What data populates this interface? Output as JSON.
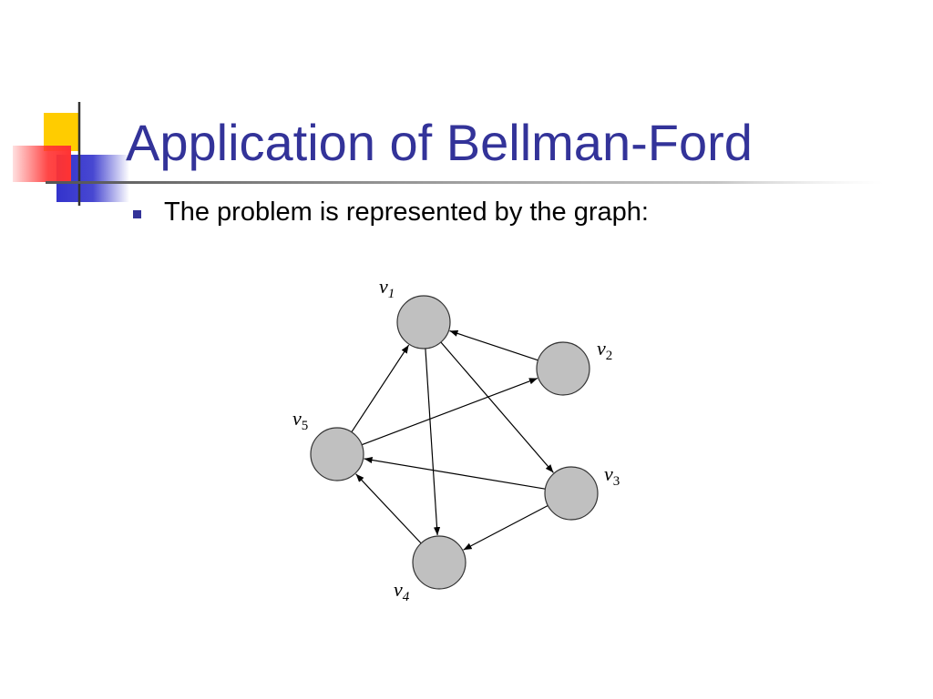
{
  "slide": {
    "title": "Application of Bellman-Ford",
    "bullet": "The problem is represented by the graph:"
  },
  "colors": {
    "title": "#333399",
    "bullet_mark": "#333399",
    "deco_yellow": "#FFCC00",
    "deco_blue": "#3333CC",
    "deco_red": "#FF3333",
    "node_fill": "#C0C0C0",
    "node_stroke": "#333333"
  },
  "graph": {
    "nodes": [
      {
        "id": "v1",
        "label": "v",
        "sub": "1",
        "sub_italic": true
      },
      {
        "id": "v2",
        "label": "v",
        "sub": "2",
        "sub_italic": false
      },
      {
        "id": "v3",
        "label": "v",
        "sub": "3",
        "sub_italic": false
      },
      {
        "id": "v4",
        "label": "v",
        "sub": "4",
        "sub_italic": true
      },
      {
        "id": "v5",
        "label": "v",
        "sub": "5",
        "sub_italic": false
      }
    ],
    "edges": [
      {
        "from": "v2",
        "to": "v1"
      },
      {
        "from": "v1",
        "to": "v3"
      },
      {
        "from": "v1",
        "to": "v4"
      },
      {
        "from": "v5",
        "to": "v1"
      },
      {
        "from": "v5",
        "to": "v2"
      },
      {
        "from": "v3",
        "to": "v5"
      },
      {
        "from": "v3",
        "to": "v4"
      },
      {
        "from": "v4",
        "to": "v5"
      }
    ]
  }
}
